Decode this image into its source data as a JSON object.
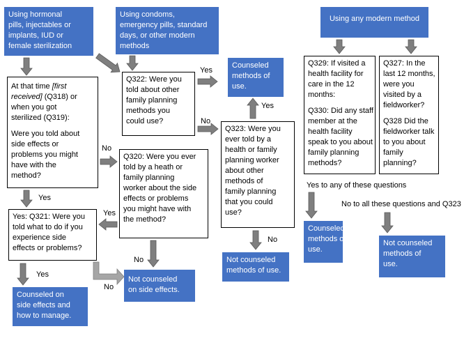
{
  "boxes": {
    "hormonal": [
      "Using hormonal",
      "pills, injectables or",
      "implants, IUD or",
      "female sterilization"
    ],
    "condoms": [
      "Using condoms,",
      "emergency pills, standard",
      "days, or other modern",
      "methods"
    ],
    "any_modern": [
      "Using any modern method"
    ],
    "q318": {
      "line1_pre": "At that time ",
      "line1_em": "[first",
      "line2_em": "received]",
      "line2_post": " (Q318) or",
      "rest": [
        "when you got",
        "sterilized (Q319):"
      ],
      "question": [
        "Were you told about",
        "side effects or",
        "problems you might",
        "have with the",
        "method?"
      ]
    },
    "q322": [
      "Q322: Were you",
      "told about other",
      "family planning",
      "methods you",
      "could use?"
    ],
    "counseled_methods_top": [
      "Counseled",
      "methods of",
      "use."
    ],
    "q323": [
      "Q323: Were you",
      "ever told by a",
      "health or family",
      "planning worker",
      "about other",
      "methods of",
      "family planning",
      "that you could",
      "use?"
    ],
    "q329": [
      "Q329: If visited a",
      "health facility for",
      "care in the 12",
      "months:"
    ],
    "q330": [
      "Q330: Did any staff",
      "member at the",
      "health facility",
      "speak to you about",
      "family planning",
      "methods?"
    ],
    "q327": [
      "Q327: In the",
      "last 12 months,",
      "were you",
      "visited by a",
      "fieldworker?"
    ],
    "q328": [
      "Q328 Did the",
      "fieldworker talk",
      "to you about",
      "family",
      "planning?"
    ],
    "q320": [
      "Q320: Were you ever",
      "told by a heath or",
      "family planning",
      "worker about the side",
      "effects or problems",
      "you might have with",
      "the method?"
    ],
    "q321": [
      "Yes: Q321: Were you",
      "told what to do if you",
      "experience side",
      "effects or problems?"
    ],
    "not_counseled_side": [
      "Not counseled",
      "on side effects."
    ],
    "counseled_side": [
      "Counseled on",
      "side effects and",
      "how to manage."
    ],
    "not_counseled_methods_mid": [
      "Not counseled",
      "methods of use."
    ],
    "counseled_methods_right": [
      "Counseled",
      "methods of",
      "use."
    ],
    "not_counseled_methods_right": [
      "Not counseled",
      "methods of",
      "use."
    ]
  },
  "labels": {
    "yes_q322": "Yes",
    "no_q322": "No",
    "yes_q323_up": "Yes",
    "no_q318": "No",
    "yes_q318": "Yes",
    "yes_q320": "Yes",
    "no_q320": "No",
    "no_q321": "No",
    "yes_q321": "Yes",
    "no_q323": "No",
    "yes_any": "Yes to any of these questions",
    "no_all": "No to all these questions and Q323"
  },
  "colors": {
    "box_fill": "#4472c4",
    "box_text": "#ffffff",
    "arrow_fill": "#7f7f7f"
  }
}
